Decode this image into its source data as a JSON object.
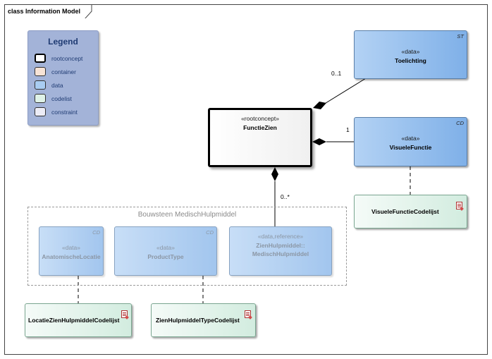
{
  "frame": {
    "title": "class Information Model"
  },
  "legend": {
    "title": "Legend",
    "items": [
      {
        "label": "rootconcept",
        "color": "#ffffff"
      },
      {
        "label": "container",
        "color": "#f7e3d6"
      },
      {
        "label": "data",
        "color": "#a9cdf2"
      },
      {
        "label": "codelist",
        "color": "#dff2e8"
      },
      {
        "label": "constraint",
        "color": "#ececf6"
      }
    ]
  },
  "package": {
    "label": "Bouwsteen MedischHulpmiddel"
  },
  "classes": {
    "toelichting": {
      "stereotype": "«data»",
      "name": "Toelichting",
      "corner": "ST"
    },
    "functiezien": {
      "stereotype": "«rootconcept»",
      "name": "FunctieZien"
    },
    "visuelefunctie": {
      "stereotype": "«data»",
      "name": "VisueleFunctie",
      "corner": "CD"
    },
    "anatomischelocatie": {
      "stereotype": "«data»",
      "name": "AnatomischeLocatie",
      "corner": "CD"
    },
    "producttype": {
      "stereotype": "«data»",
      "name": "ProductType",
      "corner": "CD"
    },
    "medischhulpmiddel": {
      "stereotype": "«data,reference»",
      "name_line1": "ZienHulpmiddel::",
      "name_line2": "MedischHulpmiddel"
    }
  },
  "codelists": {
    "visuelefunctie": {
      "name": "VisueleFunctieCodelijst"
    },
    "locatie": {
      "name": "LocatieZienHulpmiddelCodelijst"
    },
    "type": {
      "name": "ZienHulpmiddelTypeCodelijst"
    }
  },
  "multiplicities": {
    "toelichting": "0..1",
    "visuelefunctie": "1",
    "medischhulpmiddel": "0..*"
  }
}
